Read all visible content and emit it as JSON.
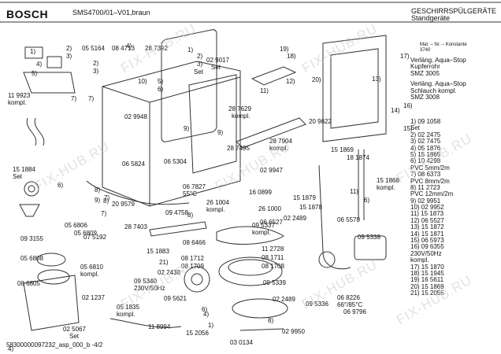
{
  "header": {
    "brand": "BOSCH",
    "model": "SMS4700/01–V01,braun",
    "title": "GESCHIRRSPÜLGERÄTE",
    "subtitle": "Standgeräte"
  },
  "footer": {
    "code": "58300000097232_asp_000_b   -4/2"
  },
  "material_note": {
    "line1": "Mat. – Nr. – Konstante",
    "line2": "3740"
  },
  "watermark": "FIX-HUB.RU",
  "legend_blocks": [
    {
      "id": "aqua_stop_copper",
      "lines": [
        "Verläng. Aqua–Stop",
        "Kupferrohr",
        "SMZ 3005"
      ]
    },
    {
      "id": "aqua_stop_hose",
      "lines": [
        "Verläng. Aqua–Stop",
        "Schlauch kompl.",
        "SMZ 3008"
      ]
    }
  ],
  "legend": [
    "1)  09 1058",
    "      Set",
    "2)  02 2475",
    "3)  02 7475",
    "4)  05 1876",
    "5)  15 1865",
    "6)  10 4298",
    "      PVC 5mm/2m",
    "7)  08 6373",
    "      PVC 8mm/2m",
    "8)  11 2723",
    "      PVC 12mm/2m",
    "9)  02 9951",
    "10) 02 9952",
    "11) 15 1873",
    "12) 06 5527",
    "13) 15 1872",
    "14) 15 1871",
    "15) 06 5973",
    "16) 09 6355",
    "      230V/50Hz",
    "      kompl.",
    "17) 15 1870",
    "18) 15 1945",
    "19) 16 5611",
    "20) 15 1869",
    "21) 15 2055"
  ],
  "labels": [
    "1)",
    "2)",
    "3)",
    "4)",
    "5)",
    "7)",
    "2)",
    "3)",
    "4)",
    "5)",
    "6)",
    "7)",
    "8)",
    "9)",
    "10)",
    "1)",
    "2)",
    "3)",
    "05 5164",
    "08 4713",
    "28 7392",
    "Set",
    "02 9017",
    "Set",
    "11 9923",
    "kompl.",
    "02 9948",
    "15 1884",
    "Set",
    "06 5304",
    "06 5824",
    "09 3155",
    "20 9579",
    "09 4758",
    "06 7827",
    "55°C",
    "28 7629",
    "kompl.",
    "28 7495",
    "02 9947",
    "28 7904",
    "kompl.",
    "20 9622",
    "15 1869",
    "18 1874",
    "15 1868",
    "kompl.",
    "15 1879",
    "15 1878",
    "16 0899",
    "26 1004",
    "kompl.",
    "26 1000",
    "06 6527",
    "06 5570",
    "02 2489",
    "09 5337",
    "kompl.",
    "28 7403",
    "08 6466",
    "15 1883",
    "21)",
    "08 1712",
    "08 1709",
    "11 2728",
    "08 1711",
    "08 1708",
    "02 2438",
    "09 5340",
    "230V/50Hz",
    "09 5621",
    "09 5339",
    "09 5338",
    "09 5336",
    "06 8226",
    "66°/85°C",
    "06 9796",
    "05 6806",
    "05 6809",
    "05 6808",
    "07 5192",
    "08 6805",
    "05 6810",
    "kompl.",
    "02 1237",
    "05 1835",
    "kompl.",
    "02 5067",
    "Set",
    "11 8994",
    "15 2056",
    "02 2489",
    "03 0134",
    "02 9950",
    "19)",
    "18)",
    "12)",
    "11)",
    "13)",
    "14)",
    "17)",
    "16)",
    "15)",
    "20)",
    "11)",
    "4)",
    "8)",
    "9)",
    "6)",
    "7)",
    "8)",
    "6)",
    "9)",
    "7)",
    "8)",
    "1)",
    "6)",
    "4)"
  ]
}
